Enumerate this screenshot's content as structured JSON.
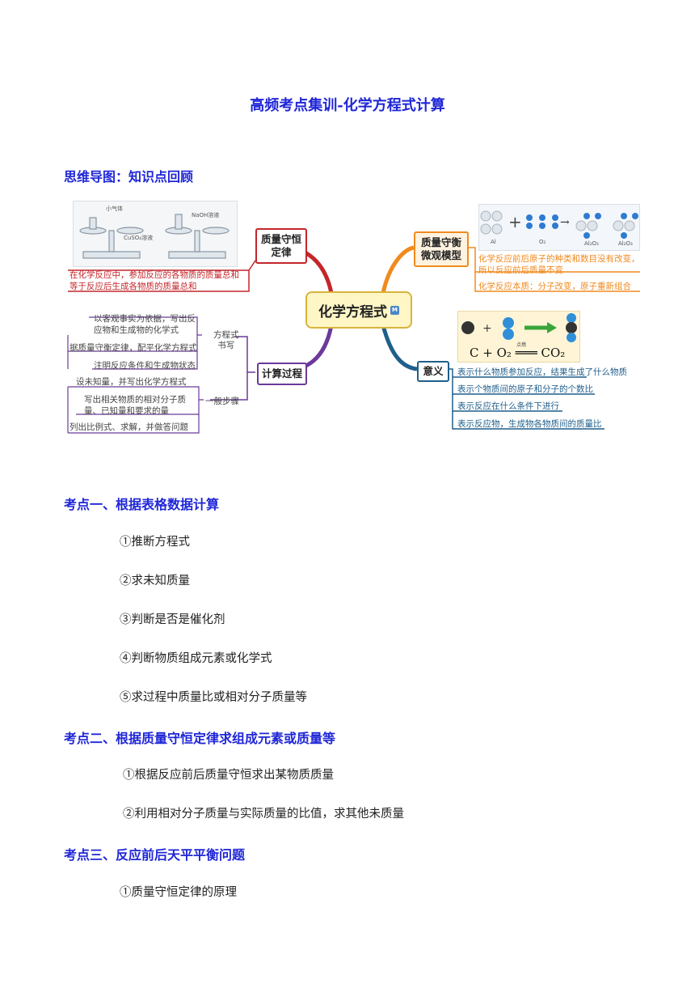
{
  "title": "高频考点集训-化学方程式计算",
  "mindmap_heading": "思维导图：知识点回顾",
  "mindmap": {
    "center": "化学方程式",
    "center_badge": "M",
    "img1_labels": [
      "小气体",
      "CuSO₄溶液",
      "NaOH溶液"
    ],
    "node_mass_law": "质量守恒\n定律",
    "mass_law_text": [
      "在化学反应中，参加反应的各物质的质量总和",
      "等于反应后生成各物质的质量总和"
    ],
    "node_micro": "质量守衡\n微观模型",
    "micro_img_labels": [
      "Al",
      "O₂",
      "Al₂O₃",
      "Al₂O₃"
    ],
    "micro_text": [
      "化学反应前后原子的种类和数目没有改变，",
      "所以反应前后质量不变"
    ],
    "micro_text2": "化学反应本质：分子改变，原子重新组合",
    "node_calc": "计算过程",
    "writing_label": "方程式\n书写",
    "writing_items": [
      "以客观事实为依据，写出反",
      "应物和生成物的化学式",
      "据质量守衡定律，配平化学方程式",
      "注明反应条件和生成物状态"
    ],
    "steps_label": "一般步骤",
    "steps_items": [
      "设未知量，并写出化学方程式",
      "写出相关物质的相对分子质",
      "量、已知量和要求的量",
      "列出比例式、求解，并做答问题"
    ],
    "node_meaning": "意义",
    "equation": "C  + O₂ ═══ CO₂",
    "equation_condition": "点燃",
    "meaning_items": [
      "表示什么物质参加反应，结果生成了什么物质",
      "表示个物质间的原子和分子的个数比",
      "表示反应在什么条件下进行",
      "表示反应物，生成物各物质间的质量比"
    ]
  },
  "sections": [
    {
      "heading": "考点一、根据表格数据计算",
      "items": [
        "①推断方程式",
        "②求未知质量",
        "③判断是否是催化剂",
        "④判断物质组成元素或化学式",
        "⑤求过程中质量比或相对分子质量等"
      ]
    },
    {
      "heading": "考点二、根据质量守恒定律求组成元素或质量等",
      "items": [
        "①根据反应前后质量守恒求出某物质质量",
        "②利用相对分子质量与实际质量的比值，求其他未质量"
      ]
    },
    {
      "heading": "考点三、反应前后天平平衡问题",
      "items": [
        "①质量守恒定律的原理"
      ]
    }
  ],
  "colors": {
    "heading": "#1f26d6",
    "red": "#c3262b",
    "orange": "#f08a1d",
    "purple": "#6b3a9a",
    "teal": "#1f5f8b"
  }
}
